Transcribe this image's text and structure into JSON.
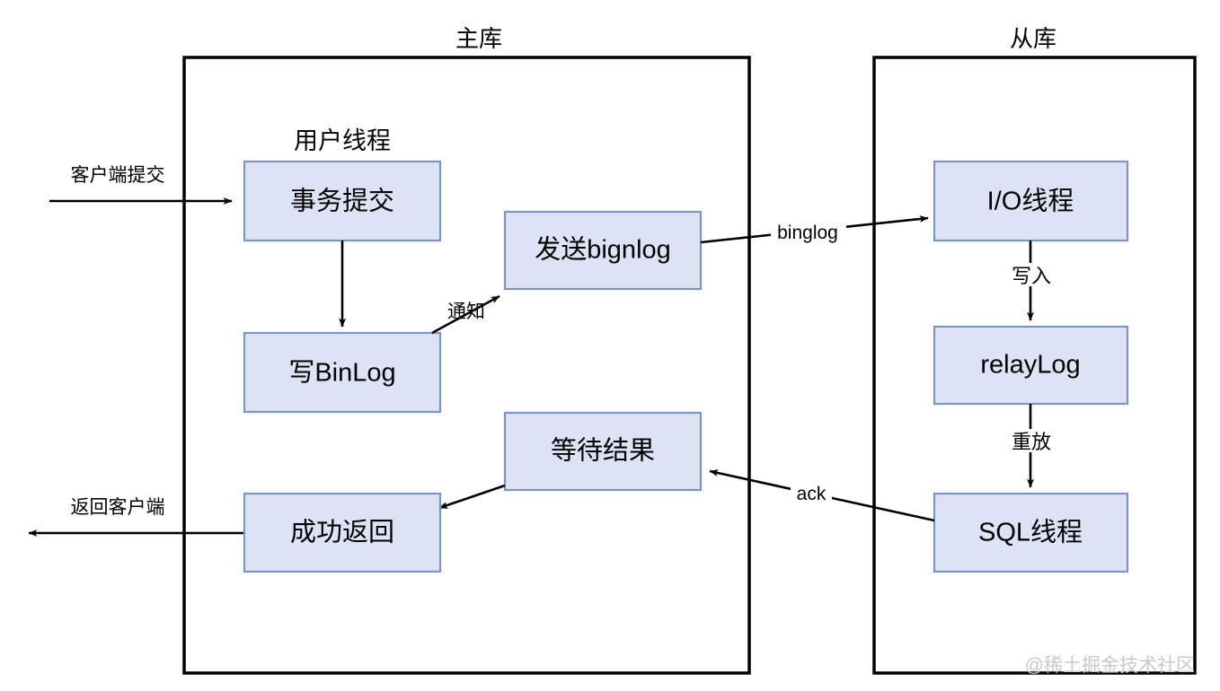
{
  "diagram": {
    "title_master": "主库",
    "title_slave": "从库",
    "lanes": {
      "user_thread": "用户线程"
    },
    "master_nodes": [
      {
        "id": "tx-commit",
        "label": "事务提交"
      },
      {
        "id": "write-binlog",
        "label": "写BinLog"
      },
      {
        "id": "send-binlog",
        "label": "发送bignlog"
      },
      {
        "id": "wait-result",
        "label": "等待结果"
      },
      {
        "id": "success-return",
        "label": "成功返回"
      }
    ],
    "slave_nodes": [
      {
        "id": "io-thread",
        "label": "I/O线程"
      },
      {
        "id": "relay-log",
        "label": "relayLog"
      },
      {
        "id": "sql-thread",
        "label": "SQL线程"
      }
    ],
    "edge_labels": {
      "client_submit": "客户端提交",
      "return_client": "返回客户端",
      "notify": "通知",
      "binglog": "binglog",
      "write_in": "写入",
      "replay": "重放",
      "ack": "ack"
    },
    "watermark": "@稀土掘金技术社区",
    "colors": {
      "node_fill": "#dde3f5",
      "node_stroke": "#7b96c4",
      "container_stroke": "#000000",
      "line": "#000000",
      "watermark": "#c9c9c9",
      "background": "#ffffff"
    }
  }
}
